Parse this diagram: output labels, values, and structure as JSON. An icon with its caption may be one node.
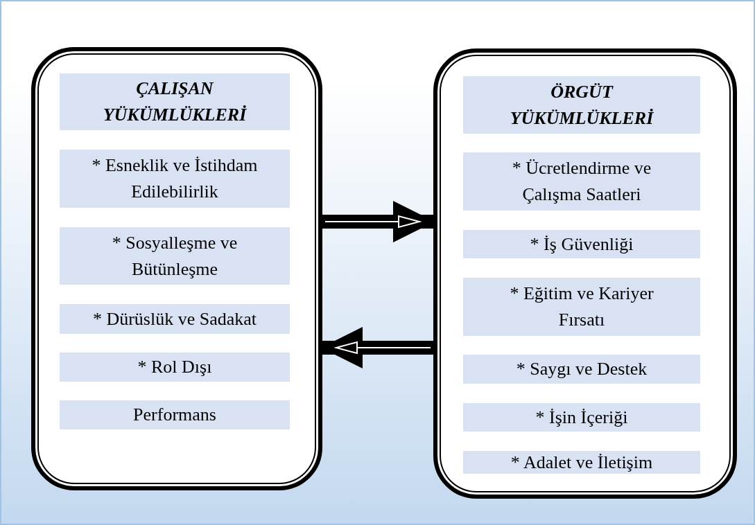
{
  "diagram": {
    "nodes": [
      {
        "text": [],
        "shape": "box"
      },
      {
        "text": [
          "ÇALIŞAN YÜKÜMLÜKLERİ"
        ],
        "in": 0
      },
      {
        "text": [
          "* Esneklik ve İstihdam Edilebilirlik"
        ],
        "in": 0
      },
      {
        "text": [
          "* Sosyalleşme ve Bütünleşme"
        ],
        "in": 0
      },
      {
        "text": [
          "* Dürüslük ve Sadakat"
        ],
        "in": 0
      },
      {
        "text": [
          "* Rol Dışı"
        ],
        "in": 0
      },
      {
        "text": [
          "Performans"
        ],
        "in": 0
      },
      {
        "text": [],
        "shape": "box"
      },
      {
        "text": [
          "ÖRGÜT YÜKÜMLÜKLERİ"
        ],
        "in": 7
      },
      {
        "text": [
          "* Ücretlendirme ve Çalışma Saatleri"
        ],
        "in": 7
      },
      {
        "text": [
          "* İş Güvenliği"
        ],
        "in": 7
      },
      {
        "text": [
          "* Eğitim ve Kariyer Fırsatı"
        ],
        "in": 7
      },
      {
        "text": [
          "* Saygı ve Destek"
        ],
        "in": 7
      },
      {
        "text": [
          "* İşin İçeriği"
        ],
        "in": 7
      },
      {
        "text": [
          "* Adalet ve İletişim"
        ],
        "in": 7
      }
    ],
    "edges": [
      {
        "from": 0,
        "to": 7,
        "arrow": "to"
      },
      {
        "from": 7,
        "to": 0,
        "arrow": "to"
      }
    ]
  }
}
